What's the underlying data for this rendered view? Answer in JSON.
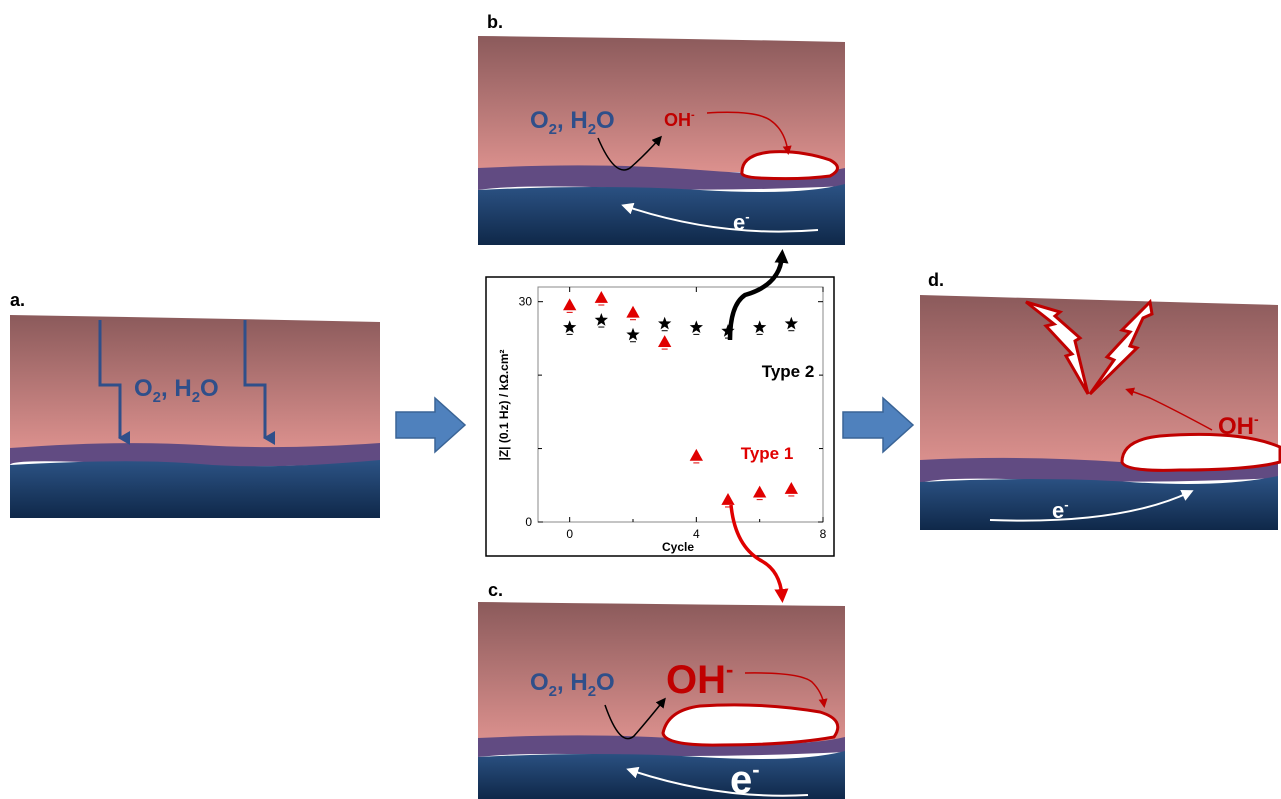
{
  "panels": {
    "a": {
      "label": "a.",
      "species": "O",
      "species_sub": "2",
      "species_rest": ", H",
      "species_sub2": "2",
      "species_end": "O"
    },
    "b": {
      "label": "b.",
      "species": "O",
      "species_sub": "2",
      "species_rest": ", H",
      "species_sub2": "2",
      "species_end": "O",
      "hydroxide": "OH",
      "hydroxide_charge": "-",
      "electron": "e",
      "electron_charge": "-"
    },
    "c": {
      "label": "c.",
      "species": "O",
      "species_sub": "2",
      "species_rest": ", H",
      "species_sub2": "2",
      "species_end": "O",
      "hydroxide": "OH",
      "hydroxide_charge": "-",
      "electron": "e",
      "electron_charge": "-"
    },
    "d": {
      "label": "d.",
      "hydroxide": "OH",
      "hydroxide_charge": "-",
      "electron": "e",
      "electron_charge": "-"
    }
  },
  "colors": {
    "coating_top": "#8e5b5c",
    "coating_bottom": "#d98f8c",
    "interlayer": "#604a82",
    "metal_top": "#2a4f80",
    "metal_bottom": "#102a4e",
    "species_blue": "#2f4f8a",
    "hydroxide_red": "#c00000",
    "process_arrow": "#4f81bd"
  },
  "chart_data": {
    "type": "scatter",
    "xlabel": "Cycle",
    "ylabel": "|Z| (0.1 Hz) / kΩ.cm²",
    "xlim": [
      -1,
      8
    ],
    "ylim": [
      0,
      32
    ],
    "xticks": [
      0,
      4,
      8
    ],
    "yticks": [
      0,
      30
    ],
    "series": [
      {
        "name": "Type 2",
        "marker": "star",
        "color": "#000000",
        "x": [
          0,
          1,
          2,
          3,
          4,
          5,
          6,
          7
        ],
        "y": [
          26.5,
          27.5,
          25.5,
          27,
          26.5,
          26,
          26.5,
          27
        ]
      },
      {
        "name": "Type 1",
        "marker": "triangle",
        "color": "#e00000",
        "x": [
          0,
          1,
          2,
          3,
          4,
          5,
          6,
          7
        ],
        "y": [
          29.5,
          30.5,
          28.5,
          24.5,
          9,
          3,
          4,
          4.5
        ]
      }
    ]
  }
}
